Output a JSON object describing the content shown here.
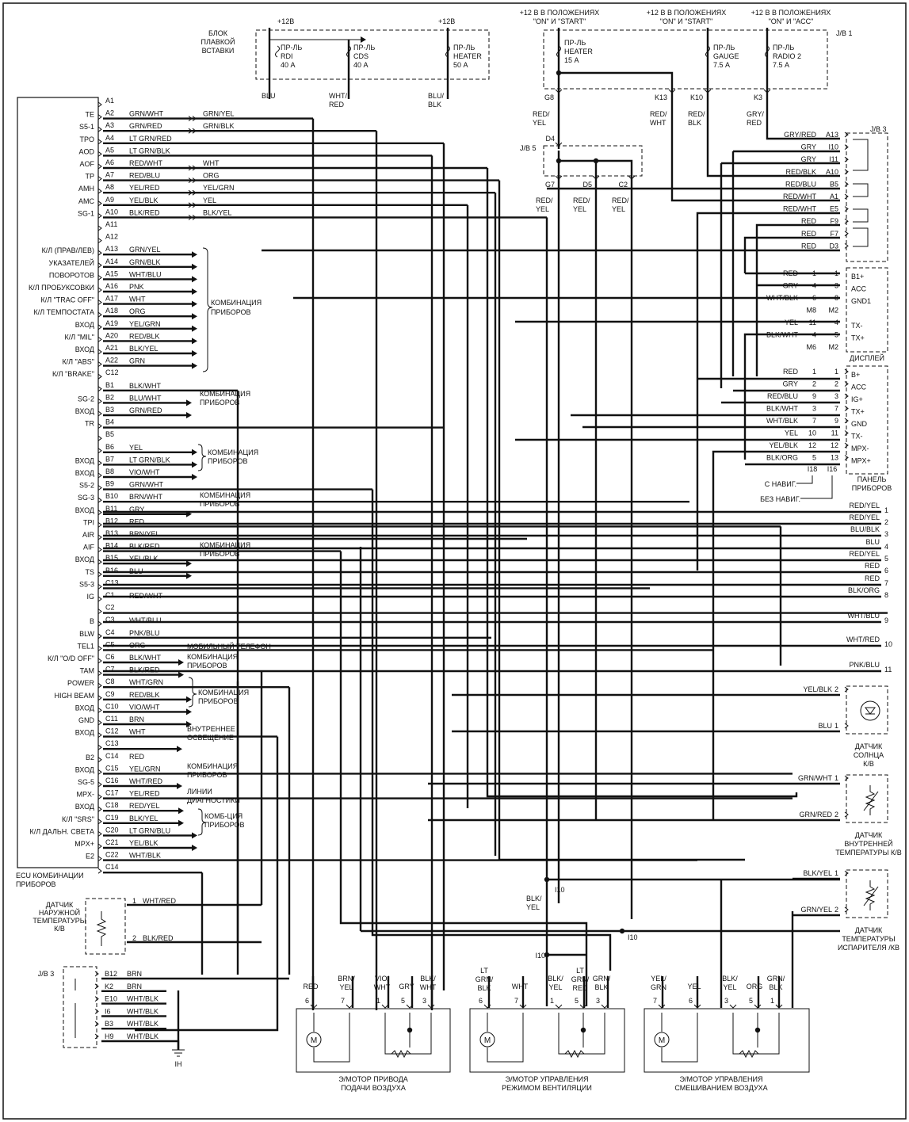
{
  "supply": {
    "b12v_1": "+12В",
    "b12v_2": "+12В",
    "fuse_block_title": [
      "БЛОК",
      "ПЛАВКОЙ",
      "ВСТАВКИ"
    ],
    "on_start_1": [
      "+12 В В ПОЛОЖЕНИЯХ",
      "\"ON\" И \"START\""
    ],
    "on_start_2": [
      "+12 В В ПОЛОЖЕНИЯХ",
      "\"ON\" И \"START\""
    ],
    "on_acc": [
      "+12 В В ПОЛОЖЕНИЯХ",
      "\"ON\" И \"ACC\""
    ],
    "jb1": "J/B 1",
    "jb3": "J/B 3",
    "jb5": "J/B 5",
    "jb3_bottom": "J/B 3"
  },
  "fuses": [
    {
      "lines": [
        "ПР-ЛЬ",
        "RDI",
        "40 А"
      ]
    },
    {
      "lines": [
        "ПР-ЛЬ",
        "CDS",
        "40 А"
      ]
    },
    {
      "lines": [
        "ПР-ЛЬ",
        "HEATER",
        "50 А"
      ]
    },
    {
      "lines": [
        "ПР-ЛЬ",
        "HEATER",
        "15 А"
      ]
    },
    {
      "lines": [
        "ПР-ЛЬ",
        "GAUGE",
        "7.5 А"
      ]
    },
    {
      "lines": [
        "ПР-ЛЬ",
        "RADIO 2",
        "7.5 А"
      ]
    }
  ],
  "top_wire_labels": [
    {
      "lines": [
        "BLU"
      ]
    },
    {
      "lines": [
        "WHT/",
        "RED"
      ]
    },
    {
      "lines": [
        "BLU/",
        "BLK"
      ]
    },
    {
      "lines": [
        "RED/",
        "YEL"
      ]
    },
    {
      "lines": [
        "RED/",
        "WHT"
      ]
    },
    {
      "lines": [
        "RED/",
        "BLK"
      ]
    },
    {
      "lines": [
        "GRY/",
        "RED"
      ]
    },
    {
      "lines": [
        "RED/",
        "YEL"
      ]
    },
    {
      "lines": [
        "RED/",
        "YEL"
      ]
    },
    {
      "lines": [
        "RED/",
        "YEL"
      ]
    }
  ],
  "jb_connectors": [
    "G8",
    "K13",
    "K10",
    "K3",
    "D4",
    "G7",
    "D5",
    "C2"
  ],
  "ecu": {
    "title": [
      "ECU КОМБИНАЦИИ",
      "ПРИБОРОВ"
    ],
    "pins": [
      {
        "pin": "A1",
        "sig": "",
        "wire": "",
        "ext": ""
      },
      {
        "pin": "A2",
        "sig": "TE",
        "wire": "GRN/WHT",
        "ext": "GRN/YEL"
      },
      {
        "pin": "A3",
        "sig": "S5-1",
        "wire": "GRN/RED",
        "ext": "GRN/BLK"
      },
      {
        "pin": "A4",
        "sig": "TPO",
        "wire": "LT GRN/RED",
        "ext": ""
      },
      {
        "pin": "A5",
        "sig": "AOD",
        "wire": "LT GRN/BLK",
        "ext": ""
      },
      {
        "pin": "A6",
        "sig": "AOF",
        "wire": "RED/WHT",
        "ext": "WHT"
      },
      {
        "pin": "A7",
        "sig": "TP",
        "wire": "RED/BLU",
        "ext": "ORG"
      },
      {
        "pin": "A8",
        "sig": "AMH",
        "wire": "YEL/RED",
        "ext": "YEL/GRN"
      },
      {
        "pin": "A9",
        "sig": "AMC",
        "wire": "YEL/BLK",
        "ext": "YEL"
      },
      {
        "pin": "A10",
        "sig": "SG-1",
        "wire": "BLK/RED",
        "ext": "BLK/YEL"
      },
      {
        "pin": "A11",
        "sig": "",
        "wire": "",
        "ext": ""
      },
      {
        "pin": "A12",
        "sig": "",
        "wire": "",
        "ext": ""
      },
      {
        "pin": "A13",
        "sig": "К/Л (ПРАВ/ЛЕВ)",
        "wire": "GRN/YEL",
        "ext": ""
      },
      {
        "pin": "A14",
        "sig": "УКАЗАТЕЛЕЙ",
        "wire": "GRN/BLK",
        "ext": ""
      },
      {
        "pin": "A15",
        "sig": "ПОВОРОТОВ",
        "wire": "WHT/BLU",
        "ext": ""
      },
      {
        "pin": "A16",
        "sig": "К/Л ПРОБУКСОВКИ",
        "wire": "PNK",
        "ext": ""
      },
      {
        "pin": "A17",
        "sig": "К/Л \"TRAC OFF\"",
        "wire": "WHT",
        "ext": ""
      },
      {
        "pin": "A18",
        "sig": "К/Л ТЕМПОСТАТА",
        "wire": "ORG",
        "ext": ""
      },
      {
        "pin": "A19",
        "sig": "ВХОД",
        "wire": "YEL/GRN",
        "ext": ""
      },
      {
        "pin": "A20",
        "sig": "К/Л \"MIL\"",
        "wire": "RED/BLK",
        "ext": ""
      },
      {
        "pin": "A21",
        "sig": "ВХОД",
        "wire": "BLK/YEL",
        "ext": ""
      },
      {
        "pin": "A22",
        "sig": "К/Л \"ABS\"",
        "wire": "GRN",
        "ext": ""
      },
      {
        "pin": "C12",
        "sig": "К/Л \"BRAKE\"",
        "wire": "",
        "ext": ""
      },
      {
        "pin": "B1",
        "sig": "",
        "wire": "BLK/WHT",
        "ext": ""
      },
      {
        "pin": "B2",
        "sig": "SG-2",
        "wire": "BLU/WHT",
        "ext": ""
      },
      {
        "pin": "B3",
        "sig": "ВХОД",
        "wire": "GRN/RED",
        "ext": ""
      },
      {
        "pin": "B4",
        "sig": "TR",
        "wire": "",
        "ext": ""
      },
      {
        "pin": "B5",
        "sig": "",
        "wire": "",
        "ext": ""
      },
      {
        "pin": "B6",
        "sig": "",
        "wire": "YEL",
        "ext": ""
      },
      {
        "pin": "B7",
        "sig": "ВХОД",
        "wire": "LT GRN/BLK",
        "ext": ""
      },
      {
        "pin": "B8",
        "sig": "ВХОД",
        "wire": "VIO/WHT",
        "ext": ""
      },
      {
        "pin": "B9",
        "sig": "S5-2",
        "wire": "GRN/WHT",
        "ext": ""
      },
      {
        "pin": "B10",
        "sig": "SG-3",
        "wire": "BRN/WHT",
        "ext": ""
      },
      {
        "pin": "B11",
        "sig": "ВХОД",
        "wire": "GRY",
        "ext": ""
      },
      {
        "pin": "B12",
        "sig": "TPI",
        "wire": "RED",
        "ext": ""
      },
      {
        "pin": "B13",
        "sig": "AIR",
        "wire": "BRN/YEL",
        "ext": ""
      },
      {
        "pin": "B14",
        "sig": "AIF",
        "wire": "BLK/RED",
        "ext": ""
      },
      {
        "pin": "B15",
        "sig": "ВХОД",
        "wire": "YEL/BLK",
        "ext": ""
      },
      {
        "pin": "B16",
        "sig": "TS",
        "wire": "BLU",
        "ext": ""
      },
      {
        "pin": "C13",
        "sig": "S5-3",
        "wire": "",
        "ext": ""
      },
      {
        "pin": "C1",
        "sig": "IG",
        "wire": "RED/WHT",
        "ext": ""
      },
      {
        "pin": "C2",
        "sig": "",
        "wire": "",
        "ext": ""
      },
      {
        "pin": "C3",
        "sig": "B",
        "wire": "WHT/BLU",
        "ext": ""
      },
      {
        "pin": "C4",
        "sig": "BLW",
        "wire": "PNK/BLU",
        "ext": ""
      },
      {
        "pin": "C5",
        "sig": "TEL1",
        "wire": "ORG",
        "ext": ""
      },
      {
        "pin": "C6",
        "sig": "К/Л \"O/D OFF\"",
        "wire": "BLK/WHT",
        "ext": ""
      },
      {
        "pin": "C7",
        "sig": "TAM",
        "wire": "BLK/RED",
        "ext": ""
      },
      {
        "pin": "C8",
        "sig": "POWER",
        "wire": "WHT/GRN",
        "ext": ""
      },
      {
        "pin": "C9",
        "sig": "HIGH BEAM",
        "wire": "RED/BLK",
        "ext": ""
      },
      {
        "pin": "C10",
        "sig": "ВХОД",
        "wire": "VIO/WHT",
        "ext": ""
      },
      {
        "pin": "C11",
        "sig": "GND",
        "wire": "BRN",
        "ext": ""
      },
      {
        "pin": "C12",
        "sig": "ВХОД",
        "wire": "WHT",
        "ext": ""
      },
      {
        "pin": "C13",
        "sig": "",
        "wire": "",
        "ext": ""
      },
      {
        "pin": "C14",
        "sig": "B2",
        "wire": "RED",
        "ext": ""
      },
      {
        "pin": "C15",
        "sig": "ВХОД",
        "wire": "YEL/GRN",
        "ext": ""
      },
      {
        "pin": "C16",
        "sig": "SG-5",
        "wire": "WHT/RED",
        "ext": ""
      },
      {
        "pin": "C17",
        "sig": "MPX-",
        "wire": "YEL/RED",
        "ext": ""
      },
      {
        "pin": "C18",
        "sig": "ВХОД",
        "wire": "RED/YEL",
        "ext": ""
      },
      {
        "pin": "C19",
        "sig": "К/Л \"SRS\"",
        "wire": "BLK/YEL",
        "ext": ""
      },
      {
        "pin": "C20",
        "sig": "К/Л ДАЛЬН. СВЕТА",
        "wire": "LT GRN/BLU",
        "ext": ""
      },
      {
        "pin": "C21",
        "sig": "MPX+",
        "wire": "YEL/BLK",
        "ext": ""
      },
      {
        "pin": "C22",
        "sig": "E2",
        "wire": "WHT/BLK",
        "ext": ""
      },
      {
        "pin": "C14",
        "sig": "",
        "wire": "",
        "ext": ""
      }
    ]
  },
  "ecu_dest_labels": [
    {
      "lines": [
        "КОМБИНАЦИЯ",
        "ПРИБОРОВ"
      ]
    },
    {
      "lines": [
        "КОМБИНАЦИЯ",
        "ПРИБОРОВ"
      ]
    },
    {
      "lines": [
        "КОМБИНАЦИЯ",
        "ПРИБОРОВ"
      ]
    },
    {
      "lines": [
        "КОМБИНАЦИЯ",
        "ПРИБОРОВ"
      ]
    },
    {
      "lines": [
        "КОМБИНАЦИЯ",
        "ПРИБОРОВ"
      ]
    },
    {
      "lines": [
        "МОБИЛЬНЫЙ ТЕЛЕФОН"
      ]
    },
    {
      "lines": [
        "КОМБИНАЦИЯ",
        "ПРИБОРОВ"
      ]
    },
    {
      "lines": [
        "КОМБИНАЦИЯ",
        "ПРИБОРОВ"
      ]
    },
    {
      "lines": [
        "ВНУТРЕННЕЕ",
        "ОСВЕЩЕНИЕ"
      ]
    },
    {
      "lines": [
        "КОМБИНАЦИЯ",
        "ПРИБОРОВ"
      ]
    },
    {
      "lines": [
        "ЛИНИИ",
        "ДИАГНОСТИКИ"
      ]
    },
    {
      "lines": [
        "КОМБ-ЦИЯ",
        "ПРИБОРОВ"
      ]
    }
  ],
  "jb3_right": [
    {
      "wire": "GRY/RED",
      "pin": "A13"
    },
    {
      "wire": "GRY",
      "pin": "I10"
    },
    {
      "wire": "GRY",
      "pin": "I11"
    },
    {
      "wire": "RED/BLK",
      "pin": "A10"
    },
    {
      "wire": "RED/BLU",
      "pin": "B5"
    },
    {
      "wire": "RED/WHT",
      "pin": "A1"
    },
    {
      "wire": "RED/WHT",
      "pin": "E5"
    },
    {
      "wire": "RED",
      "pin": "F9"
    },
    {
      "wire": "RED",
      "pin": "F7"
    },
    {
      "wire": "RED",
      "pin": "D3"
    }
  ],
  "display": {
    "title": "ДИСПЛЕЙ",
    "rows": [
      {
        "wire": "RED",
        "a": "1",
        "b": "1",
        "sig": "B1+"
      },
      {
        "wire": "GRY",
        "a": "4",
        "b": "3",
        "sig": "ACC"
      },
      {
        "wire": "WHT/BLK",
        "a": "6",
        "b": "8",
        "sig": "GND1"
      },
      {
        "wire": "",
        "a": "M8",
        "b": "M2",
        "sig": ""
      },
      {
        "wire": "YEL",
        "a": "11",
        "b": "4",
        "sig": "TX-"
      },
      {
        "wire": "BLK/WHT",
        "a": "4",
        "b": "5",
        "sig": "TX+"
      },
      {
        "wire": "",
        "a": "M6",
        "b": "M2",
        "sig": ""
      }
    ]
  },
  "panel": {
    "title": [
      "ПАНЕЛЬ",
      "ПРИБОРОВ"
    ],
    "rows": [
      {
        "wire": "RED",
        "a": "1",
        "b": "1",
        "sig": "B+"
      },
      {
        "wire": "GRY",
        "a": "2",
        "b": "2",
        "sig": "ACC"
      },
      {
        "wire": "RED/BLU",
        "a": "9",
        "b": "3",
        "sig": "IG+"
      },
      {
        "wire": "BLK/WHT",
        "a": "3",
        "b": "7",
        "sig": "TX+"
      },
      {
        "wire": "WHT/BLK",
        "a": "7",
        "b": "9",
        "sig": "GND"
      },
      {
        "wire": "YEL",
        "a": "10",
        "b": "11",
        "sig": "TX-"
      },
      {
        "wire": "YEL/BLK",
        "a": "12",
        "b": "12",
        "sig": "MPX-"
      },
      {
        "wire": "BLK/ORG",
        "a": "5",
        "b": "13",
        "sig": "MPX+"
      }
    ],
    "conn_a": "I18",
    "conn_b": "I16",
    "with_nav": "С НАВИГ.",
    "without_nav": "БЕЗ НАВИГ."
  },
  "right_outputs": [
    {
      "wire": "RED/YEL",
      "n": "1"
    },
    {
      "wire": "RED/YEL",
      "n": "2"
    },
    {
      "wire": "BLU/BLK",
      "n": "3"
    },
    {
      "wire": "BLU",
      "n": "4"
    },
    {
      "wire": "RED/YEL",
      "n": "5"
    },
    {
      "wire": "RED",
      "n": "6"
    },
    {
      "wire": "RED",
      "n": "7"
    },
    {
      "wire": "BLK/ORG",
      "n": "8"
    },
    {
      "wire": "WHT/BLU",
      "n": "9"
    },
    {
      "wire": "WHT/RED",
      "n": "10"
    },
    {
      "wire": "PNK/BLU",
      "n": "11"
    }
  ],
  "sensors": [
    {
      "title": [
        "ДАТЧИК",
        "СОЛНЦА",
        "К/В"
      ],
      "pins": [
        {
          "wire": "YEL/BLK",
          "n": "2"
        },
        {
          "wire": "BLU",
          "n": "1"
        }
      ]
    },
    {
      "title": [
        "ДАТЧИК",
        "ВНУТРЕННЕЙ",
        "ТЕМПЕРАТУРЫ К/В"
      ],
      "pins": [
        {
          "wire": "GRN/WHT",
          "n": "1"
        },
        {
          "wire": "GRN/RED",
          "n": "2"
        }
      ]
    },
    {
      "title": [
        "ДАТЧИК",
        "ТЕМПЕРАТУРЫ",
        "ИСПАРИТЕЛЯ /КВ"
      ],
      "pins": [
        {
          "wire": "BLK/YEL",
          "n": "1"
        },
        {
          "wire": "GRN/YEL",
          "n": "2"
        }
      ]
    }
  ],
  "outside_sensor": {
    "title": [
      "ДАТЧИК",
      "НАРУЖНОЙ",
      "ТЕМПЕРАТУРЫ",
      "К/В"
    ],
    "pins": [
      {
        "n": "1",
        "wire": "WHT/RED"
      },
      {
        "n": "2",
        "wire": "BLK/RED"
      }
    ]
  },
  "jb3_bottom": [
    {
      "pin": "B12",
      "wire": "BRN"
    },
    {
      "pin": "K2",
      "wire": "BRN"
    },
    {
      "pin": "E10",
      "wire": "WHT/BLK"
    },
    {
      "pin": "I6",
      "wire": "WHT/BLK"
    },
    {
      "pin": "B3",
      "wire": "WHT/BLK"
    },
    {
      "pin": "H9",
      "wire": "WHT/BLK"
    }
  ],
  "ground": "IH",
  "junctions": [
    "I10",
    "I10",
    "I10"
  ],
  "splice_labels": [
    {
      "lines": [
        "BLK/",
        "YEL"
      ]
    }
  ],
  "motors": [
    {
      "title": [
        "Э/МОТОР ПРИВОДА",
        "ПОДАЧИ ВОЗДУХА"
      ],
      "pins": [
        {
          "w": [
            "RED"
          ],
          "n": "6"
        },
        {
          "w": [
            "BRN/",
            "YEL"
          ],
          "n": "7"
        },
        {
          "w": [
            "VIO/",
            "WHT"
          ],
          "n": "1"
        },
        {
          "w": [
            "GRY"
          ],
          "n": "5"
        },
        {
          "w": [
            "BLK/",
            "WHT"
          ],
          "n": "3"
        }
      ]
    },
    {
      "title": [
        "Э/МОТОР УПРАВЛЕНИЯ",
        "РЕЖИМОМ ВЕНТИЛЯЦИИ"
      ],
      "pins": [
        {
          "w": [
            "LT",
            "GRN/",
            "BLK"
          ],
          "n": "6"
        },
        {
          "w": [
            "WHT"
          ],
          "n": "7"
        },
        {
          "w": [
            "BLK/",
            "YEL"
          ],
          "n": "1"
        },
        {
          "w": [
            "LT",
            "GRN/",
            "RED"
          ],
          "n": "5"
        },
        {
          "w": [
            "GRN/",
            "BLK"
          ],
          "n": "3"
        }
      ]
    },
    {
      "title": [
        "Э/МОТОР УПРАВЛЕНИЯ",
        "СМЕШИВАНИЕМ ВОЗДУХА"
      ],
      "pins": [
        {
          "w": [
            "YEL/",
            "GRN"
          ],
          "n": "7"
        },
        {
          "w": [
            "YEL"
          ],
          "n": "6"
        },
        {
          "w": [
            "BLK/",
            "YEL"
          ],
          "n": "3"
        },
        {
          "w": [
            "ORG"
          ],
          "n": "5"
        },
        {
          "w": [
            "GRN/",
            "BLK"
          ],
          "n": "1"
        }
      ]
    }
  ]
}
